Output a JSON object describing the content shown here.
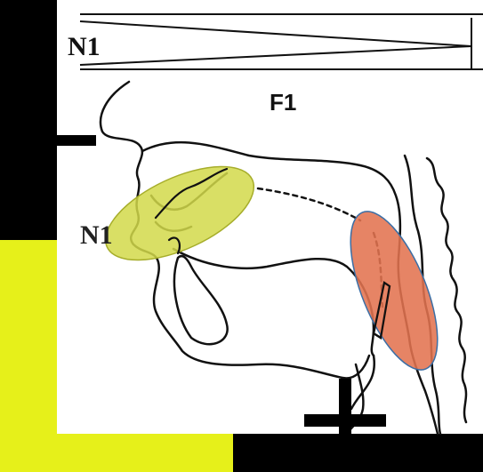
{
  "diagram": {
    "labels": {
      "n1_top": "N1",
      "f1": "F1",
      "n1_mid": "N1",
      "minus_sign": "—",
      "plus_sign": "+"
    },
    "colors": {
      "background": "#000000",
      "paper": "#ffffff",
      "yellow_panel": "#e6f01a",
      "yellow_ellipse": "#d2d94a",
      "orange_ellipse": "#e27350",
      "ink": "#111111"
    }
  }
}
